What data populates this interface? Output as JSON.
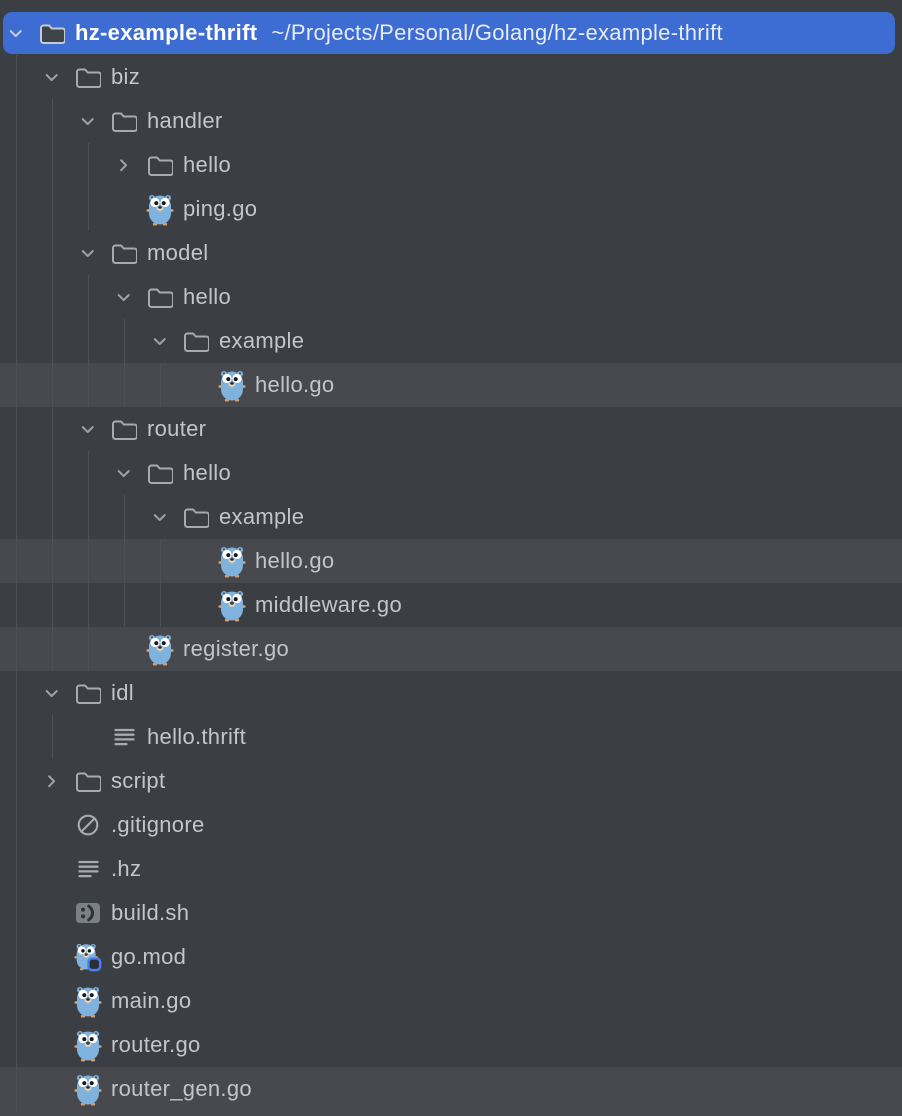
{
  "colors": {
    "background": "#3b3e42",
    "row_highlight": "#47494e",
    "selection_blue": "#3d6cd2",
    "text_gray": "#c3c5c9",
    "selected_text": "#ffffff",
    "icon_gray": "#a7abb1",
    "indent_guide": "#4d5055",
    "gopher_blue": "#7fb2de",
    "gomod_badge_blue": "#4a7cf4"
  },
  "tree": {
    "rows": [
      {
        "label": "hz-example-thrift",
        "path_suffix": "~/Projects/Personal/Golang/hz-example-thrift",
        "level": 0,
        "kind": "folder",
        "expanded": true,
        "selected": true,
        "icon": "folder-icon"
      },
      {
        "label": "biz",
        "level": 1,
        "kind": "folder",
        "expanded": true,
        "icon": "folder-icon"
      },
      {
        "label": "handler",
        "level": 2,
        "kind": "folder",
        "expanded": true,
        "icon": "folder-icon"
      },
      {
        "label": "hello",
        "level": 3,
        "kind": "folder",
        "expanded": false,
        "icon": "folder-icon"
      },
      {
        "label": "ping.go",
        "level": 3,
        "kind": "file",
        "icon": "go-gopher-icon"
      },
      {
        "label": "model",
        "level": 2,
        "kind": "folder",
        "expanded": true,
        "icon": "folder-icon"
      },
      {
        "label": "hello",
        "level": 3,
        "kind": "folder",
        "expanded": true,
        "icon": "folder-icon"
      },
      {
        "label": "example",
        "level": 4,
        "kind": "folder",
        "expanded": true,
        "icon": "folder-icon"
      },
      {
        "label": "hello.go",
        "level": 5,
        "kind": "file",
        "highlighted": true,
        "icon": "go-gopher-icon"
      },
      {
        "label": "router",
        "level": 2,
        "kind": "folder",
        "expanded": true,
        "icon": "folder-icon"
      },
      {
        "label": "hello",
        "level": 3,
        "kind": "folder",
        "expanded": true,
        "icon": "folder-icon"
      },
      {
        "label": "example",
        "level": 4,
        "kind": "folder",
        "expanded": true,
        "icon": "folder-icon"
      },
      {
        "label": "hello.go",
        "level": 5,
        "kind": "file",
        "highlighted": true,
        "icon": "go-gopher-icon"
      },
      {
        "label": "middleware.go",
        "level": 5,
        "kind": "file",
        "icon": "go-gopher-icon"
      },
      {
        "label": "register.go",
        "level": 3,
        "kind": "file",
        "highlighted": true,
        "icon": "go-gopher-icon"
      },
      {
        "label": "idl",
        "level": 1,
        "kind": "folder",
        "expanded": true,
        "icon": "folder-icon"
      },
      {
        "label": "hello.thrift",
        "level": 2,
        "kind": "file",
        "icon": "text-file-icon"
      },
      {
        "label": "script",
        "level": 1,
        "kind": "folder",
        "expanded": false,
        "icon": "folder-icon"
      },
      {
        "label": ".gitignore",
        "level": 1,
        "kind": "file",
        "icon": "ignored-file-icon"
      },
      {
        "label": ".hz",
        "level": 1,
        "kind": "file",
        "icon": "text-file-icon"
      },
      {
        "label": "build.sh",
        "level": 1,
        "kind": "file",
        "icon": "shell-script-icon"
      },
      {
        "label": "go.mod",
        "level": 1,
        "kind": "file",
        "icon": "go-module-icon"
      },
      {
        "label": "main.go",
        "level": 1,
        "kind": "file",
        "icon": "go-gopher-icon"
      },
      {
        "label": "router.go",
        "level": 1,
        "kind": "file",
        "icon": "go-gopher-icon"
      },
      {
        "label": "router_gen.go",
        "level": 1,
        "kind": "file",
        "highlighted": true,
        "icon": "go-gopher-icon"
      }
    ],
    "partial_bottom_row_highlighted": true
  }
}
